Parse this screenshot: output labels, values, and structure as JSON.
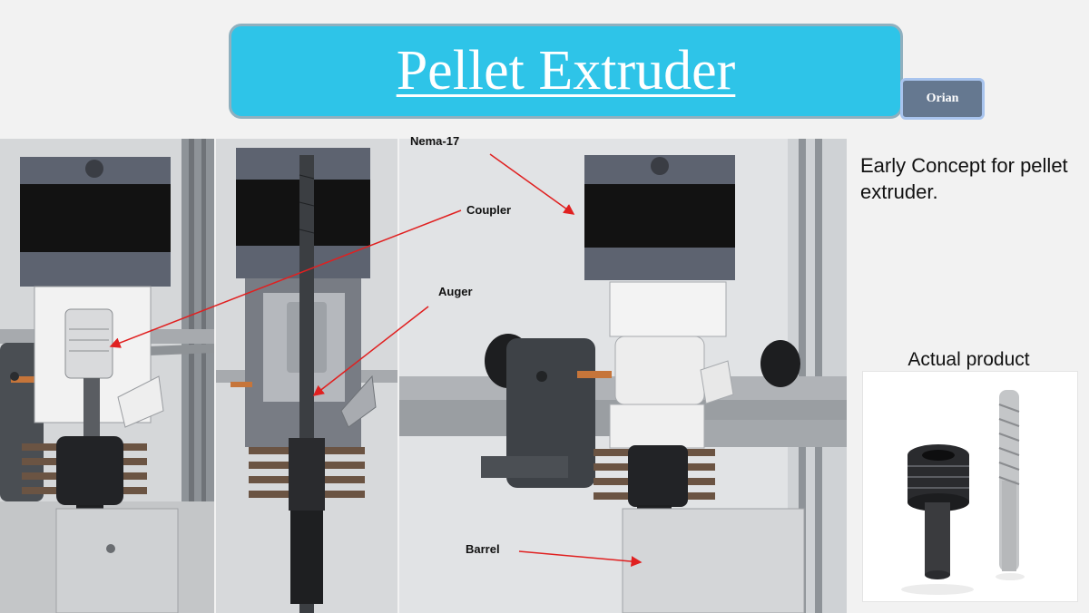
{
  "title": "Pellet Extruder",
  "author_badge": "Orian",
  "description": "Early Concept for pellet extruder.",
  "product": {
    "title": "Actual product"
  },
  "callouts": {
    "nema": "Nema-17",
    "coupler": "Coupler",
    "auger": "Auger",
    "barrel": "Barrel"
  },
  "colors": {
    "title_background": "#2ec4e8",
    "badge_background": "#657890",
    "callout_arrow": "#e02020"
  }
}
